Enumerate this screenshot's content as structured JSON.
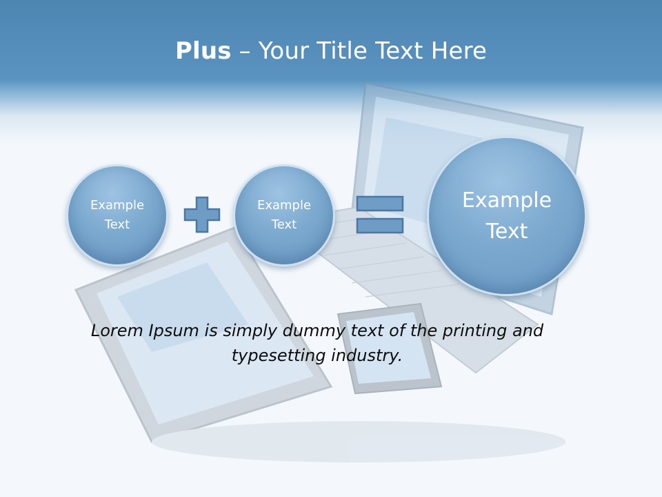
{
  "slide": {
    "title_bold": "Plus",
    "title_rest": " – Your Title Text Here"
  },
  "equation": {
    "term1": "Example\nText",
    "term2": "Example\nText",
    "result": "Example\nText",
    "operators": [
      "plus-icon",
      "equals-icon"
    ]
  },
  "caption": "Lorem Ipsum is simply dummy text of the printing and typesetting industry.",
  "colors": {
    "header": "#5a93c0",
    "circle_fill": "#7ca9cf",
    "circle_border": "#cfe1f0",
    "operator_fill": "#6f9cc4",
    "operator_stroke": "#4a78a3"
  }
}
